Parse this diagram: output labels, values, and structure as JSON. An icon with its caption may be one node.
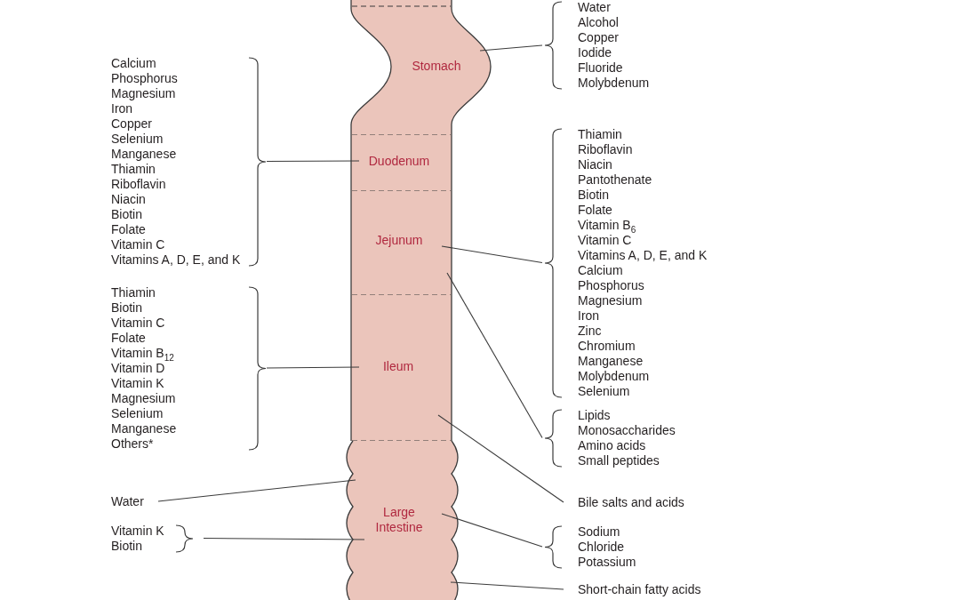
{
  "diagram": {
    "nodes": [
      {
        "text": [
          "Stomach"
        ]
      },
      {
        "text": [
          "Duodenum"
        ]
      },
      {
        "text": [
          "Jejunum"
        ]
      },
      {
        "text": [
          "Ileum"
        ]
      },
      {
        "text": [
          "Large Intestine"
        ]
      },
      {
        "text": [
          "Water",
          "Alcohol",
          "Copper",
          "Iodide",
          "Fluoride",
          "Molybdenum"
        ]
      },
      {
        "text": [
          "Calcium",
          "Phosphorus",
          "Magnesium",
          "Iron",
          "Copper",
          "Selenium",
          "Manganese",
          "Thiamin",
          "Riboflavin",
          "Niacin",
          "Biotin",
          "Folate",
          "Vitamin C",
          "Vitamins A, D, E, and K"
        ]
      },
      {
        "text": [
          "Thiamin",
          "Riboflavin",
          "Niacin",
          "Pantothenate",
          "Biotin",
          "Folate",
          "Vitamin B$_{6}$",
          "Vitamin C",
          "Vitamins A, D, E, and K",
          "Calcium",
          "Phosphorus",
          "Magnesium",
          "Iron",
          "Zinc",
          "Chromium",
          "Manganese",
          "Molybdenum",
          "Selenium"
        ]
      },
      {
        "text": [
          "Thiamin",
          "Biotin",
          "Vitamin C",
          "Folate",
          "Vitamin B$_{12}$",
          "Vitamin D",
          "Vitamin K",
          "Magnesium",
          "Selenium",
          "Manganese",
          "Others*"
        ]
      },
      {
        "text": [
          "Lipids",
          "Monosaccharides",
          "Amino acids",
          "Small peptides"
        ]
      },
      {
        "text": [
          "Bile salts and acids"
        ]
      },
      {
        "text": [
          "Water"
        ]
      },
      {
        "text": [
          "Vitamin K",
          "Biotin"
        ]
      },
      {
        "text": [
          "Sodium",
          "Chloride",
          "Potassium"
        ]
      },
      {
        "text": [
          "Short-chain fatty acids"
        ]
      }
    ],
    "edges": [
      {
        "from": 5,
        "to": 0,
        "arrow": "none"
      },
      {
        "from": 6,
        "to": 1,
        "arrow": "none"
      },
      {
        "from": 7,
        "to": 2,
        "arrow": "none"
      },
      {
        "from": 8,
        "to": 3,
        "arrow": "none"
      },
      {
        "from": 9,
        "to": 2,
        "arrow": "none"
      },
      {
        "from": 10,
        "to": 3,
        "arrow": "none"
      },
      {
        "from": 11,
        "to": 4,
        "arrow": "none"
      },
      {
        "from": 12,
        "to": 4,
        "arrow": "none"
      },
      {
        "from": 13,
        "to": 4,
        "arrow": "none"
      },
      {
        "from": 14,
        "to": 4,
        "arrow": "none"
      }
    ]
  }
}
